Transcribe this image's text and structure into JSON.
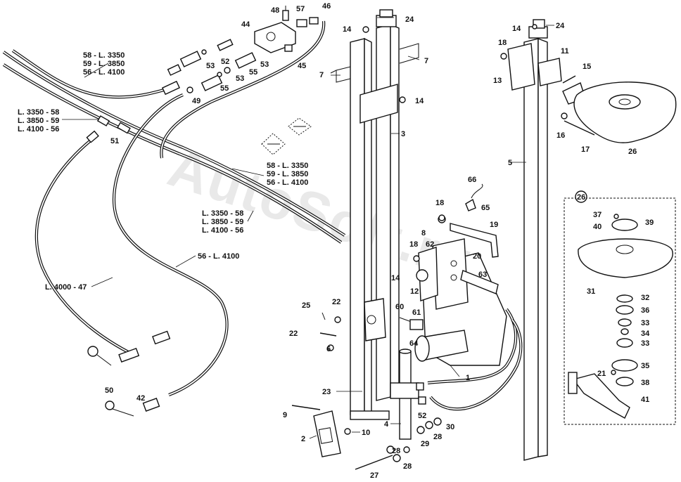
{
  "watermark": "AutoSoft.ru",
  "callouts": {
    "c1": "1",
    "c2": "2",
    "c3": "3",
    "c4": "4",
    "c5": "5",
    "c6": "6",
    "c7a": "7",
    "c7b": "7",
    "c8": "8",
    "c9": "9",
    "c10": "10",
    "c11": "11",
    "c12": "12",
    "c13": "13",
    "c14a": "14",
    "c14b": "14",
    "c14c": "14",
    "c14d": "14",
    "c15": "15",
    "c16": "16",
    "c17": "17",
    "c18a": "18",
    "c18b": "18",
    "c18c": "18",
    "c19": "19",
    "c20": "20",
    "c21": "21",
    "c22a": "22",
    "c22b": "22",
    "c23": "23",
    "c24a": "24",
    "c24b": "24",
    "c25": "25",
    "c26a": "26",
    "c26b": "26",
    "c27": "27",
    "c28a": "28",
    "c28b": "28",
    "c28c": "28",
    "c29": "29",
    "c30": "30",
    "c31": "31",
    "c32": "32",
    "c33a": "33",
    "c33b": "33",
    "c34": "34",
    "c35": "35",
    "c36": "36",
    "c37": "37",
    "c38": "38",
    "c39": "39",
    "c40": "40",
    "c41": "41",
    "c42": "42",
    "c44": "44",
    "c45": "45",
    "c46": "46",
    "c48": "48",
    "c49": "49",
    "c50": "50",
    "c51": "51",
    "c52a": "52",
    "c52b": "52",
    "c53a": "53",
    "c53b": "53",
    "c53c": "53",
    "c55a": "55",
    "c55b": "55",
    "c57": "57",
    "c60": "60",
    "c61": "61",
    "c62": "62",
    "c63": "63",
    "c64": "64",
    "c65": "65",
    "c66": "66"
  },
  "hose_tables": {
    "t1": [
      "58 - L. 3350",
      "59 - L. 3850",
      "56 - L. 4100"
    ],
    "t2": [
      "L. 3350 - 58",
      "L. 3850 - 59",
      "L. 4100 - 56"
    ],
    "t3": [
      "58 - L. 3350",
      "59 - L. 3850",
      "56 - L. 4100"
    ],
    "t4": [
      "L. 3350 - 58",
      "L. 3850 - 59",
      "L. 4100 - 56"
    ]
  },
  "hose_single": {
    "h56": "56 - L. 4100",
    "h47": "L. 4000 - 47"
  }
}
